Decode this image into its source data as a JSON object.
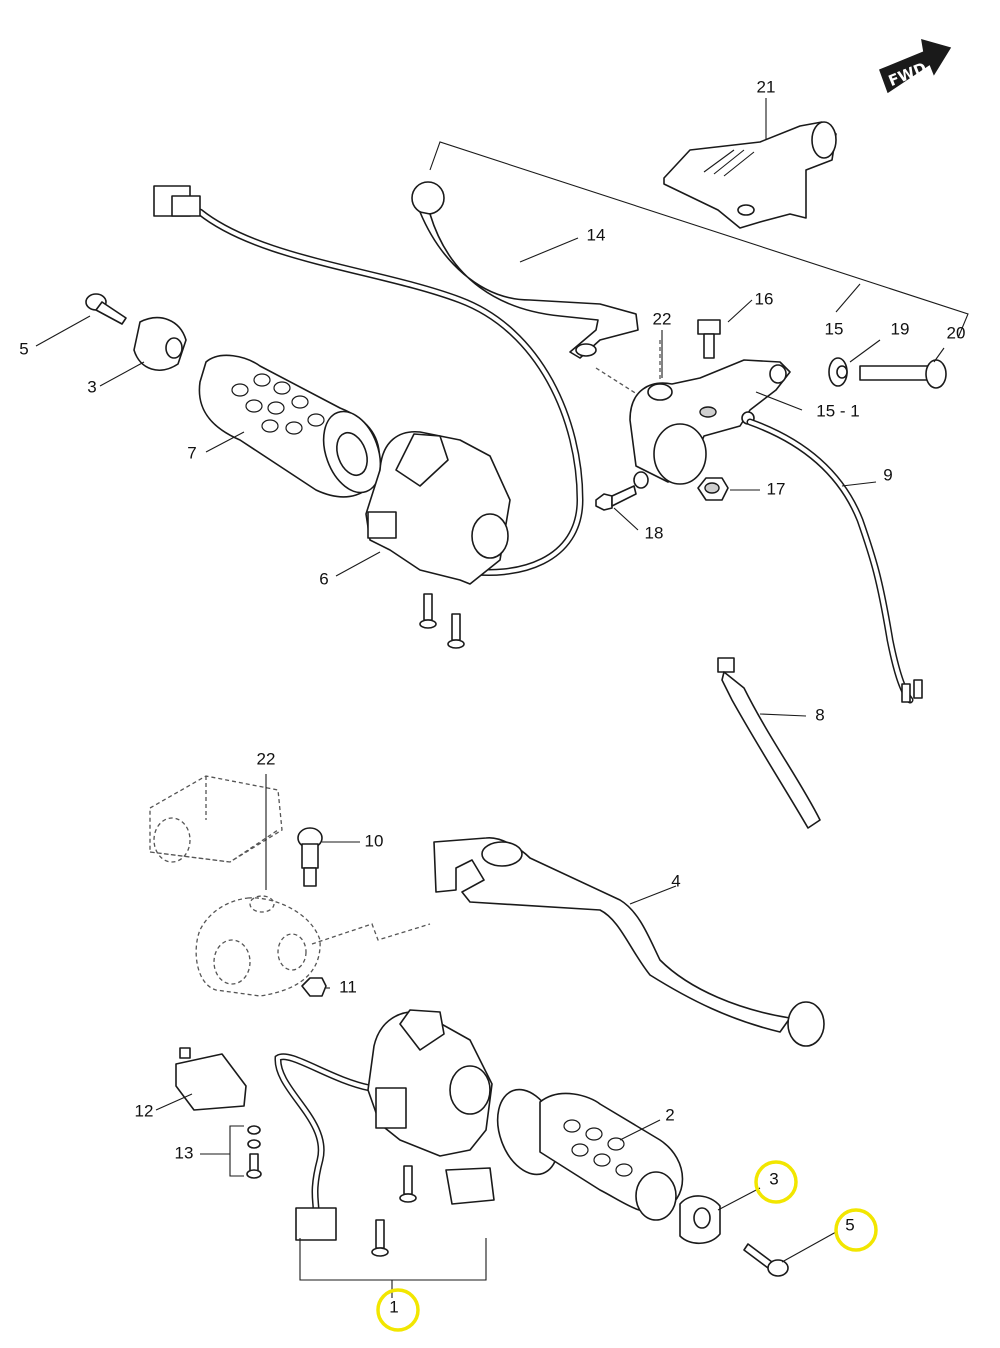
{
  "fwd_badge": {
    "label": "FWD"
  },
  "callouts": {
    "c1": "1",
    "c2": "2",
    "c3a": "3",
    "c3b": "3",
    "c4": "4",
    "c5a": "5",
    "c5b": "5",
    "c6": "6",
    "c7": "7",
    "c8": "8",
    "c9": "9",
    "c10": "10",
    "c11": "11",
    "c12": "12",
    "c13": "13",
    "c14": "14",
    "c15": "15",
    "c15_1": "15 - 1",
    "c16": "16",
    "c17": "17",
    "c18": "18",
    "c19": "19",
    "c20": "20",
    "c21": "21",
    "c22a": "22",
    "c22b": "22"
  },
  "highlights": {
    "color": "#f2e600",
    "marked_callouts": [
      "1",
      "3",
      "5"
    ]
  }
}
